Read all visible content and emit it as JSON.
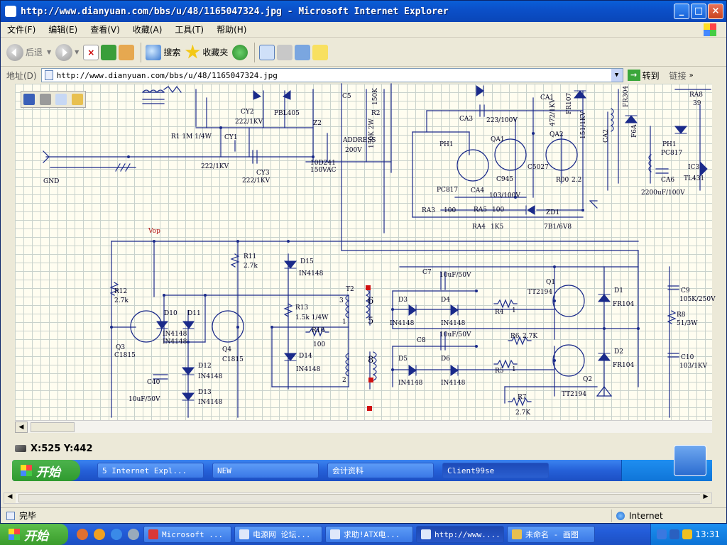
{
  "window": {
    "title": "http://www.dianyuan.com/bbs/u/48/1165047324.jpg - Microsoft Internet Explorer",
    "controls": {
      "min": "_",
      "max": "□",
      "close": "×"
    }
  },
  "menu": [
    "文件(F)",
    "编辑(E)",
    "查看(V)",
    "收藏(A)",
    "工具(T)",
    "帮助(H)"
  ],
  "toolbar": {
    "back": "后退",
    "search": "搜索",
    "favorites": "收藏夹"
  },
  "address": {
    "label": "地址(D)",
    "url": "http://www.dianyuan.com/bbs/u/48/1165047324.jpg",
    "go": "转到",
    "links": "链接"
  },
  "schematic": {
    "labels": {
      "r1": "R1  1M 1/4W",
      "cy1": "CY1",
      "cy2": "CY2",
      "cy2v": "222/1KV",
      "cy3": "CY3",
      "cy3v": "222/1KV",
      "cy1v": "222/1KV",
      "pbl": "PBL405",
      "z2": "Z2",
      "tvs": "10D241",
      "tvsv": "150VAC",
      "c5": "C5",
      "r2": "R2",
      "r150": "150K",
      "r150b": "150K 2W",
      "addr": "ADDRESS",
      "v200": "200V",
      "gnd": "GND",
      "ca3": "CA3",
      "ca3v": "223/100V",
      "ca1": "CA1",
      "ca1v": "472/1KV",
      "fr107": "FR107",
      "fr304": "FR304",
      "f6a": "F6A",
      "ra8": "RA8",
      "ra8v": "39",
      "ph1": "PH1",
      "pc817": "PC817",
      "qa1": "QA1",
      "qa2": "QA2",
      "c945": "C945",
      "c5027": "C5027",
      "r00": "R00",
      "r22": "2.2",
      "ca4": "CA4",
      "ca4v": "103/100V",
      "ca2": "CA2",
      "v151": "151/1KV",
      "ra3": "RA3",
      "ra3v": "100",
      "ra5": "RA5",
      "ra5v": "100",
      "ra4": "RA4",
      "ra4v": "1K5",
      "zd1": "ZD1",
      "zd1v": "7B1/6V8",
      "ph1b": "PH1",
      "pc817b": "PC817",
      "ca6": "CA6",
      "ca6v": "2200uF/100V",
      "ic3": "IC3",
      "tl431": "TL431",
      "vop": "Vop",
      "r11": "R11",
      "r11v": "2.7k",
      "d15": "D15",
      "in4148a": "IN4148",
      "r12": "R12",
      "r12v": "2.7k",
      "d10": "D10",
      "d11": "D11",
      "in4148b": "IN4148",
      "in4148c": "IN4148",
      "q3": "Q3",
      "c1815a": "C1815",
      "q4": "Q4",
      "c1815b": "C1815",
      "r13": "R13",
      "r13v": "1.5k 1/4W",
      "r10": "R10",
      "r10v": "100",
      "d14": "D14",
      "in4148d": "IN4148",
      "d12": "D12",
      "in4148e": "IN4148",
      "d13": "D13",
      "in4148f": "IN4148",
      "c40": "C40",
      "c40v": "10uF/50V",
      "t2": "T2",
      "p3": "3",
      "p1": "1",
      "p2": "2",
      "p6": "6",
      "p5": "5",
      "p8": "8",
      "c7": "C7",
      "c7v": "10uF/50V",
      "d3": "D3",
      "d4": "D4",
      "in4148g": "IN4148",
      "in4148h": "IN4148",
      "r4": "R4",
      "r4v": "1",
      "q1": "Q1",
      "tt2194a": "TT2194",
      "d1": "D1",
      "fr104a": "FR104",
      "c8": "C8",
      "c8v": "10uF/50V",
      "r6": "R6",
      "r6v": "2.7K",
      "d5": "D5",
      "d6": "D6",
      "in4148i": "IN4148",
      "in4148j": "IN4148",
      "r5": "R5",
      "r5v": "1",
      "q2": "Q2",
      "tt2194b": "TT2194",
      "d2": "D2",
      "fr104b": "FR104",
      "r7": "R7",
      "r7v": "2.7K",
      "c9": "C9",
      "c9v": "105K/250V",
      "r8": "R8",
      "r8v": "51/3W",
      "c10": "C10",
      "c10v": "103/1KV"
    }
  },
  "coords": "X:525 Y:442",
  "inner_taskbar": {
    "start": "开始",
    "buttons": [
      "5 Internet Expl...",
      "NEW",
      "会计资料",
      "Client99se"
    ]
  },
  "status": {
    "text": "完毕",
    "zone": "Internet"
  },
  "taskbar": {
    "start": "开始",
    "buttons": [
      "Microsoft ...",
      "电源网 论坛...",
      "求助!ATX电...",
      "http://www....",
      "未命名 - 画图"
    ],
    "clock": "13:31"
  }
}
